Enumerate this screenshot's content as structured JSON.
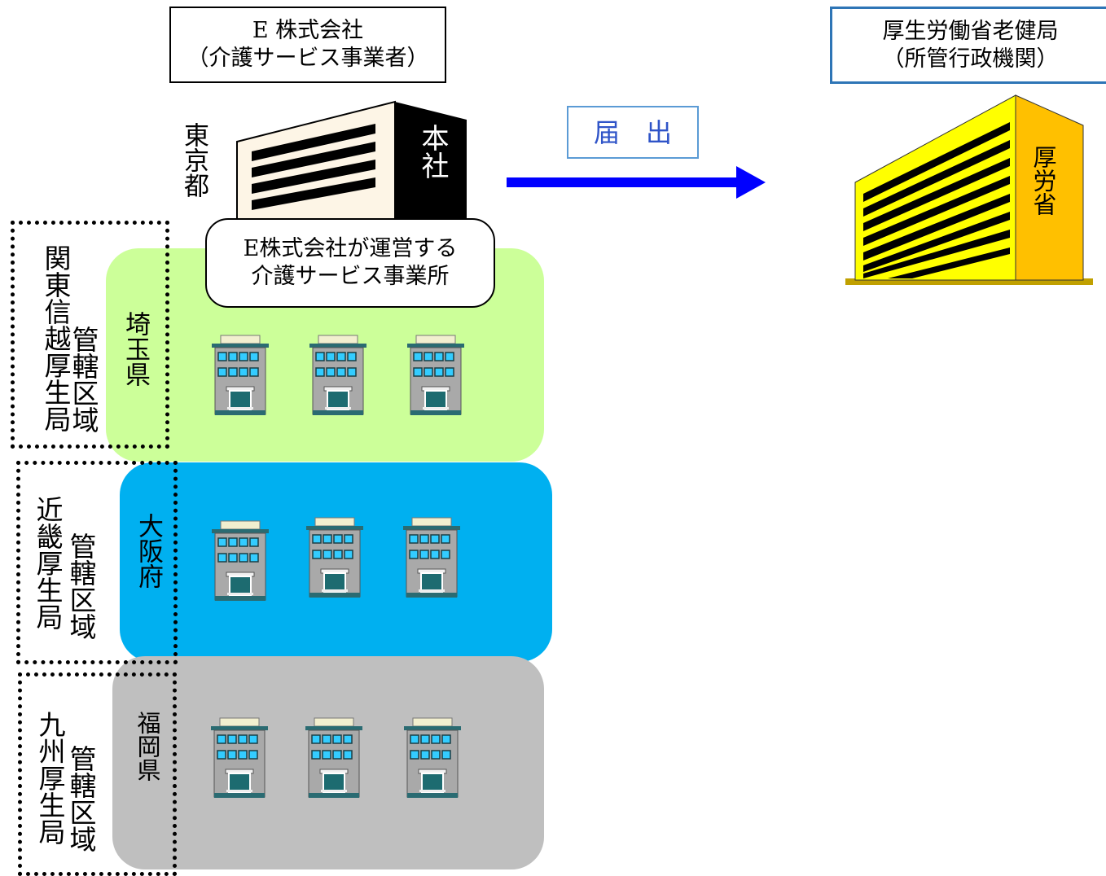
{
  "company": {
    "name": "E 株式会社",
    "role": "（介護サービス事業者）"
  },
  "head_office": {
    "location_label": "東京都",
    "building_label": "本社"
  },
  "notification": {
    "label": "届　出"
  },
  "ministry": {
    "name": "厚生労働省老健局",
    "role": "（所管行政機関）",
    "building_label": "厚労省"
  },
  "offices_label": {
    "line1": "E株式会社が運営する",
    "line2": "介護サービス事業所"
  },
  "regions": [
    {
      "prefecture": "埼玉県",
      "bureau": "関東信越厚生局",
      "jurisdiction": "管轄区域",
      "office_count": 3,
      "color": "#ccff99"
    },
    {
      "prefecture": "大阪府",
      "bureau": "近畿厚生局",
      "jurisdiction": "管轄区域",
      "office_count": 3,
      "color": "#00b0f0"
    },
    {
      "prefecture": "福岡県",
      "bureau": "九州厚生局",
      "jurisdiction": "管轄区域",
      "office_count": 3,
      "color": "#bfbfbf"
    }
  ],
  "colors": {
    "arrow": "#0000ff",
    "ministry_building": "#ffff00",
    "ministry_building_side": "#ffc000",
    "head_office_face": "#fdf5e6",
    "window": "#33ccff"
  }
}
